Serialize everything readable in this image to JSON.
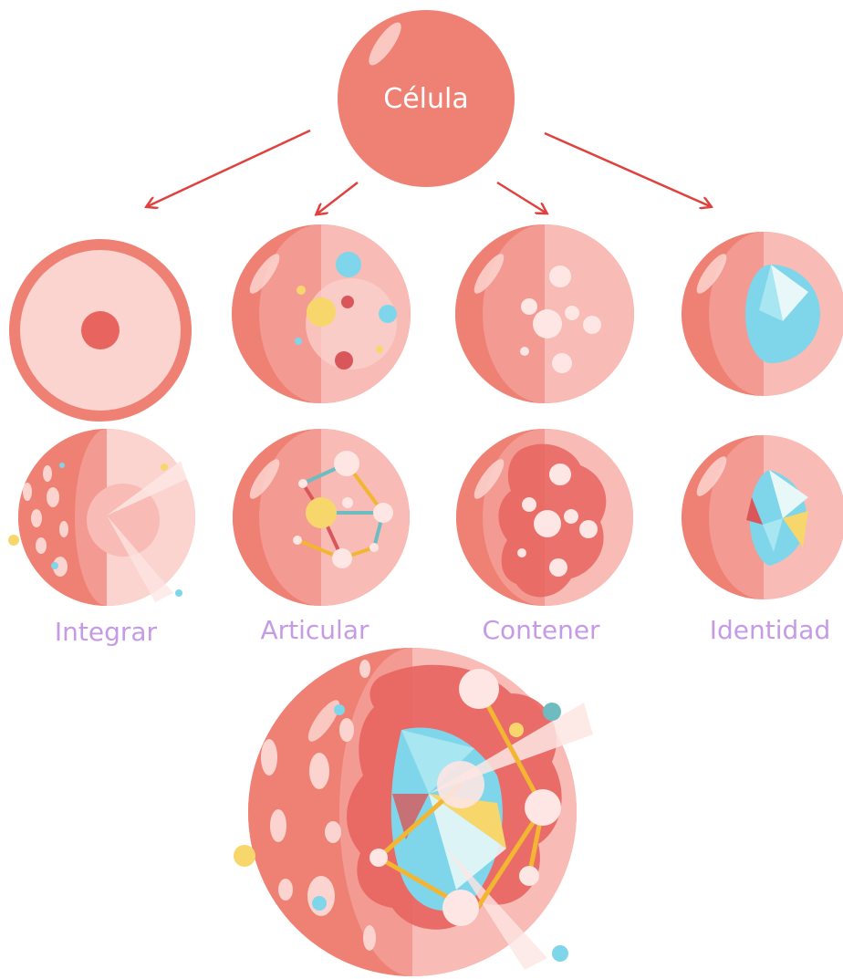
{
  "diagram": {
    "root": {
      "label": "Célula"
    },
    "branches": [
      {
        "label": "Integrar"
      },
      {
        "label": "Articular"
      },
      {
        "label": "Contener"
      },
      {
        "label": "Identidad"
      }
    ]
  },
  "colors": {
    "cell_dark": "#ef8074",
    "cell_mid": "#f39a92",
    "cell_light": "#f8bbb5",
    "cell_pale": "#fbd3cf",
    "nucleus": "#e8645f",
    "arrow": "#e0413e",
    "label": "#c59be6",
    "accent_blue": "#7fd6ea",
    "accent_yellow": "#f7d76b",
    "accent_gold": "#f2b632",
    "accent_teal": "#6fbcc0"
  }
}
